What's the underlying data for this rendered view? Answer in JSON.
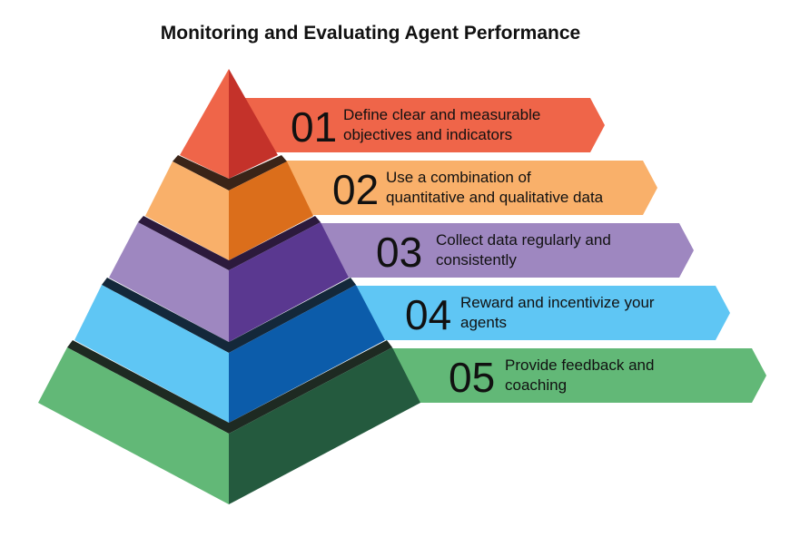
{
  "title": "Monitoring and Evaluating Agent Performance",
  "levels": [
    {
      "number": "01",
      "line1": "Define clear and measurable",
      "line2": "objectives and indicators",
      "colors": {
        "light": "#ef6549",
        "dark": "#c4322a",
        "banner": "#ef6549"
      }
    },
    {
      "number": "02",
      "line1": "Use a combination of",
      "line2": "quantitative and qualitative data",
      "colors": {
        "light": "#f9b06a",
        "dark": "#db6e1b",
        "banner": "#f9b06a"
      }
    },
    {
      "number": "03",
      "line1": "Collect data regularly and",
      "line2": "consistently",
      "colors": {
        "light": "#9e87c0",
        "dark": "#5a3890",
        "banner": "#9e87c0"
      }
    },
    {
      "number": "04",
      "line1": "Reward and incentivize your",
      "line2": "agents",
      "colors": {
        "light": "#5fc6f4",
        "dark": "#0c5caa",
        "banner": "#5fc6f4"
      }
    },
    {
      "number": "05",
      "line1": "Provide feedback and",
      "line2": "coaching",
      "colors": {
        "light": "#62b877",
        "dark": "#245a3e",
        "banner": "#62b877"
      }
    }
  ]
}
